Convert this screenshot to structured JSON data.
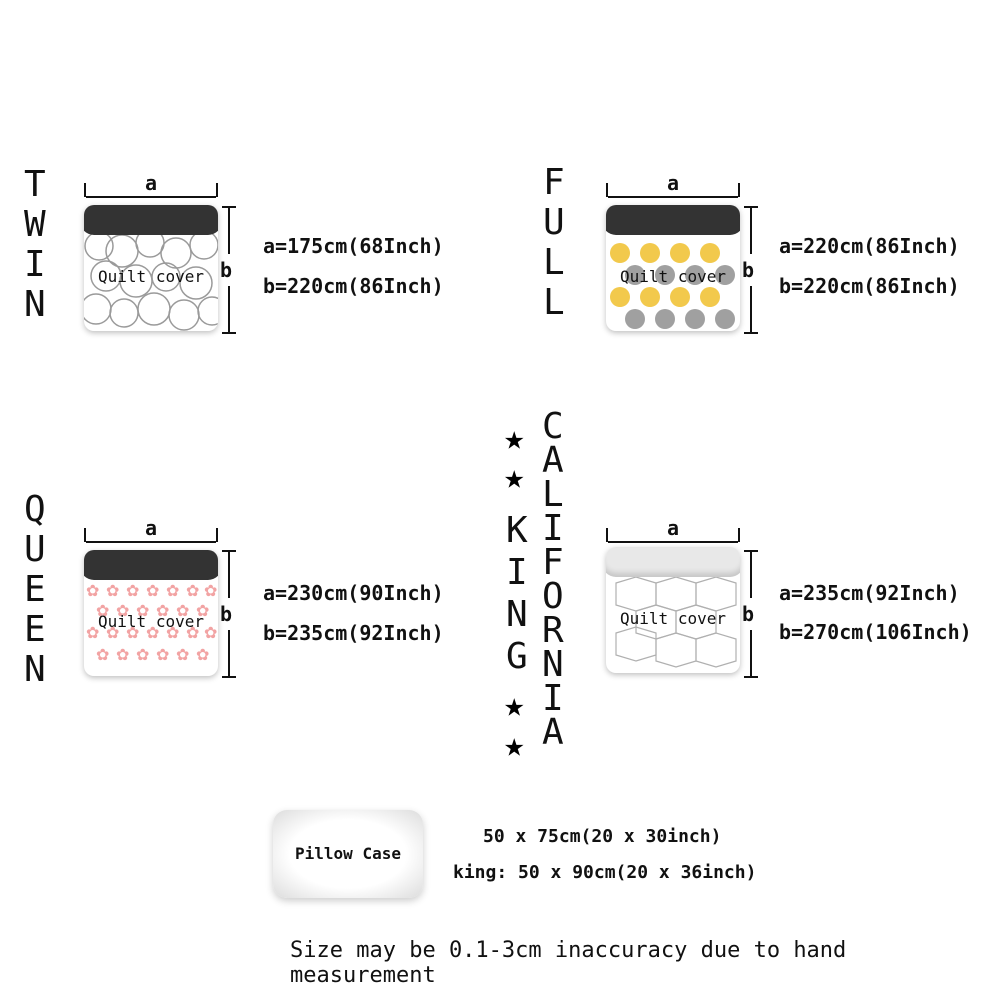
{
  "twin": {
    "title_letters": [
      "T",
      "W",
      "I",
      "N"
    ],
    "dim_a": "a",
    "dim_b": "b",
    "quilt_label": "Quilt cover",
    "spec_a": "a=175cm(68Inch)",
    "spec_b": "b=220cm(86Inch)"
  },
  "full": {
    "title_letters": [
      "F",
      "U",
      "L",
      "L"
    ],
    "dim_a": "a",
    "dim_b": "b",
    "quilt_label": "Quilt cover",
    "spec_a": "a=220cm(86Inch)",
    "spec_b": "b=220cm(86Inch)"
  },
  "queen": {
    "title_letters": [
      "Q",
      "U",
      "E",
      "E",
      "N"
    ],
    "dim_a": "a",
    "dim_b": "b",
    "quilt_label": "Quilt cover",
    "spec_a": "a=230cm(90Inch)",
    "spec_b": "b=235cm(92Inch)"
  },
  "california_king": {
    "king_letters": [
      "K",
      "I",
      "N",
      "G"
    ],
    "california_letters": [
      "C",
      "A",
      "L",
      "I",
      "F",
      "O",
      "R",
      "N",
      "I",
      "A"
    ],
    "dim_a": "a",
    "dim_b": "b",
    "quilt_label": "Quilt cover",
    "spec_a": "a=235cm(92Inch)",
    "spec_b": "b=270cm(106Inch)"
  },
  "pillow": {
    "label": "Pillow Case",
    "size_standard": "50 x 75cm(20 x 30inch)",
    "size_king": "king: 50 x 90cm(20 x 36inch)"
  },
  "footnote": "Size may be 0.1-3cm inaccuracy due to hand measurement",
  "icons": {
    "star": "star-icon"
  },
  "colors": {
    "dark_band": "#333333",
    "yellow_dot": "#f2c94c",
    "gray_dot": "#a0a0a0",
    "pink_star": "#f2a3a3"
  }
}
